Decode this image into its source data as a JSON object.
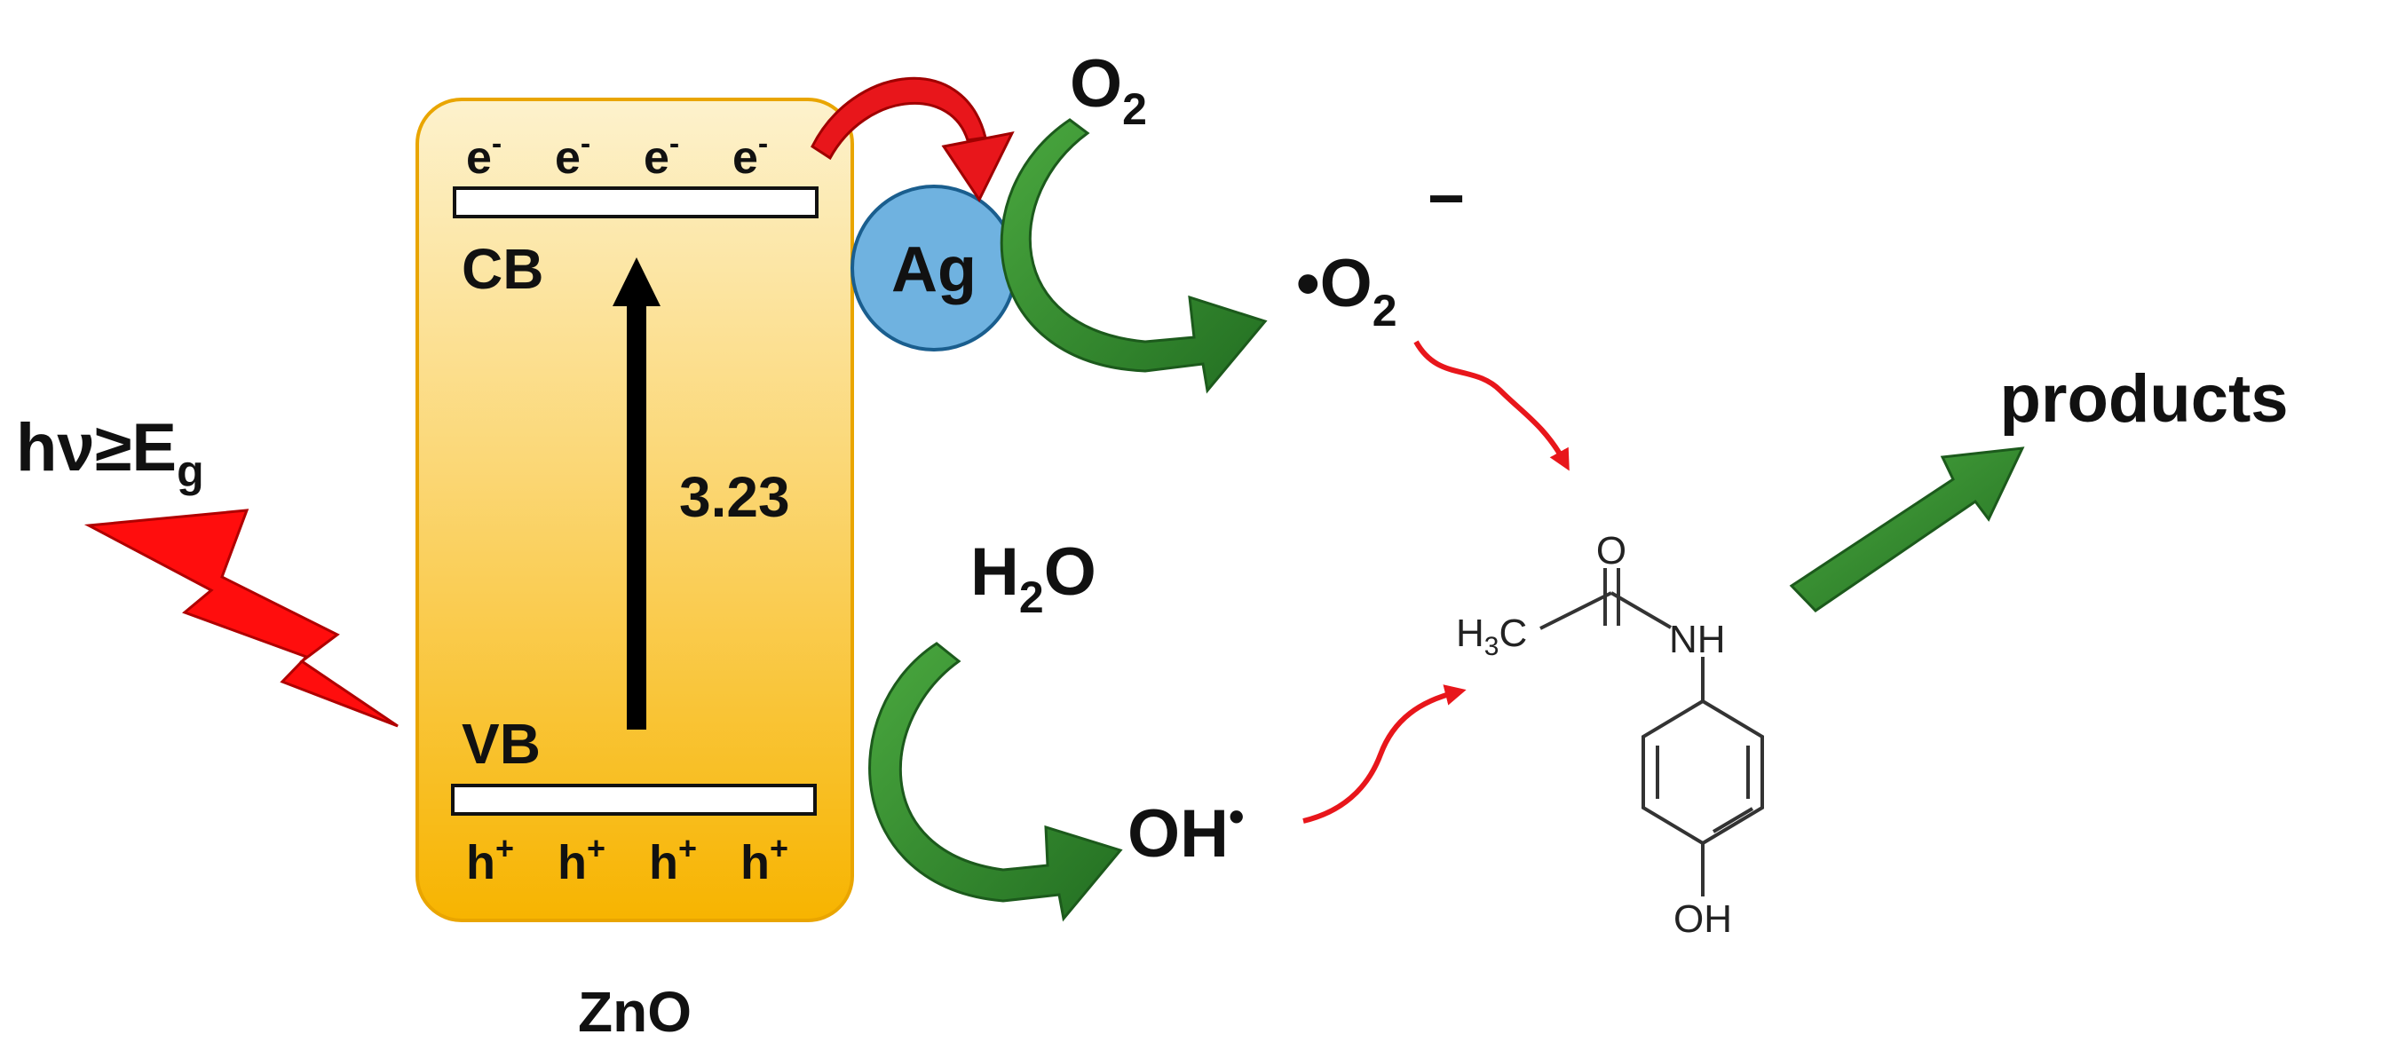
{
  "photon": {
    "base": "hν≥E",
    "sub": "g"
  },
  "semiconductor": {
    "name": "ZnO",
    "cb_label": "CB",
    "vb_label": "VB",
    "band_gap": "3.23",
    "electron": {
      "base": "e",
      "sup": "-"
    },
    "hole": {
      "base": "h",
      "sup": "+"
    }
  },
  "cocatalyst": {
    "label": "Ag"
  },
  "species": {
    "oxygen": {
      "base": "O",
      "sub": "2"
    },
    "superoxide": {
      "prefix": "•O",
      "sub": "2",
      "sup": "−"
    },
    "water": {
      "pre": "H",
      "sub": "2",
      "post": "O"
    },
    "hydroxyl": {
      "base": "OH",
      "sup": "•"
    }
  },
  "molecule": {
    "o_label": "O",
    "nh_label": "NH",
    "methyl": {
      "base": "H",
      "sub": "3",
      "post": "C"
    },
    "oh_label": "OH"
  },
  "products_label": "products",
  "colors": {
    "box_top": "#fdf0c4",
    "box_bottom": "#f7b400",
    "box_border": "#e9a500",
    "ag_fill": "#6fb2e0",
    "green_arrow": "#2f8a2c",
    "red": "#e8161b",
    "black": "#000000"
  }
}
